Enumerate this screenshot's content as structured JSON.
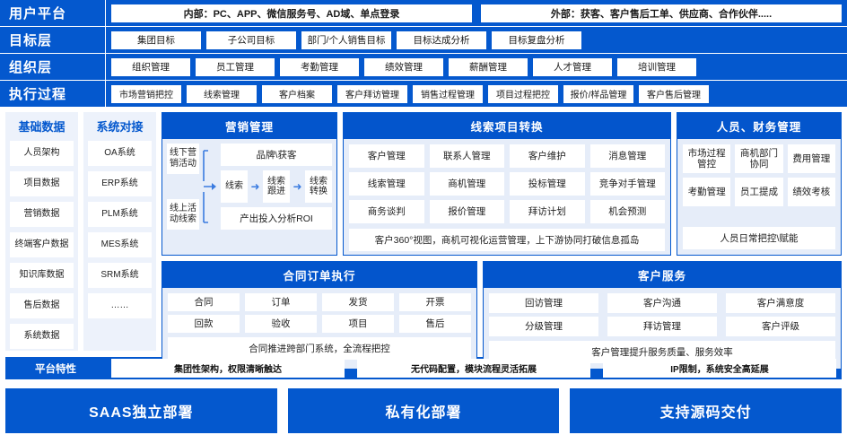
{
  "colors": {
    "brand_blue": "#0458CE",
    "panel_head_blue": "#0355CC",
    "panel_bg": "#E6EDF9",
    "narrow_bg": "#EDF2FB",
    "arrow_blue": "#3A7BE0"
  },
  "top_rows": [
    {
      "label": "用户平台",
      "kind": "wide",
      "items": [
        "内部：PC、APP、微信服务号、AD域、单点登录",
        "外部：获客、客户售后工单、供应商、合作伙伴....."
      ]
    },
    {
      "label": "目标层",
      "kind": "chips",
      "items": [
        "集团目标",
        "子公司目标",
        "部门/个人销售目标",
        "目标达成分析",
        "目标复盘分析"
      ]
    },
    {
      "label": "组织层",
      "kind": "chips",
      "items": [
        "组织管理",
        "员工管理",
        "考勤管理",
        "绩效管理",
        "薪酬管理",
        "人才管理",
        "培训管理"
      ]
    },
    {
      "label": "执行过程",
      "kind": "chips",
      "items": [
        "市场营销把控",
        "线索管理",
        "客户档案",
        "客户拜访管理",
        "销售过程管理",
        "项目过程把控",
        "报价/样品管理",
        "客户售后管理"
      ]
    }
  ],
  "basic_data": {
    "title": "基础数据",
    "items": [
      "人员架构",
      "项目数据",
      "营销数据",
      "终端客户数据",
      "知识库数据",
      "售后数据",
      "系统数据"
    ]
  },
  "system_integration": {
    "title": "系统对接",
    "items": [
      "OA系统",
      "ERP系统",
      "PLM系统",
      "MES系统",
      "SRM系统",
      "……"
    ]
  },
  "marketing": {
    "title": "营销管理",
    "source_top": "线下营销活动",
    "source_bottom": "线上活动线索",
    "top_bar": "品牌\\获客",
    "flow": [
      "线索",
      "线索跟进",
      "线索转换"
    ],
    "arrow": "➜",
    "bottom_bar": "产出投入分析ROI"
  },
  "lead_conversion": {
    "title": "线索项目转换",
    "cells": [
      "客户管理",
      "联系人管理",
      "客户维护",
      "消息管理",
      "线索管理",
      "商机管理",
      "投标管理",
      "竞争对手管理",
      "商务谈判",
      "报价管理",
      "拜访计划",
      "机会预测"
    ],
    "footer": "客户360°视图，商机可视化运营管理，上下游协同打破信息孤岛"
  },
  "people_finance": {
    "title": "人员、财务管理",
    "cells": [
      "市场过程管控",
      "商机部门协同",
      "费用管理",
      "考勤管理",
      "员工提成",
      "绩效考核"
    ],
    "footer": "人员日常把控\\赋能"
  },
  "contract_order": {
    "title": "合同订单执行",
    "cells": [
      "合同",
      "订单",
      "发货",
      "开票",
      "回款",
      "验收",
      "项目",
      "售后"
    ],
    "footer": "合同推进跨部门系统，全流程把控"
  },
  "customer_service": {
    "title": "客户服务",
    "cells": [
      "回访管理",
      "客户沟通",
      "客户满意度",
      "分级管理",
      "拜访管理",
      "客户评级"
    ],
    "footer": "客户管理提升服务质量、服务效率"
  },
  "platform_features": {
    "label": "平台特性",
    "items": [
      "集团性架构，权限清晰触达",
      "无代码配置，模块流程灵活拓展",
      "IP限制，系统安全高延展"
    ]
  },
  "deployment": {
    "options": [
      "SAAS独立部署",
      "私有化部署",
      "支持源码交付"
    ]
  }
}
